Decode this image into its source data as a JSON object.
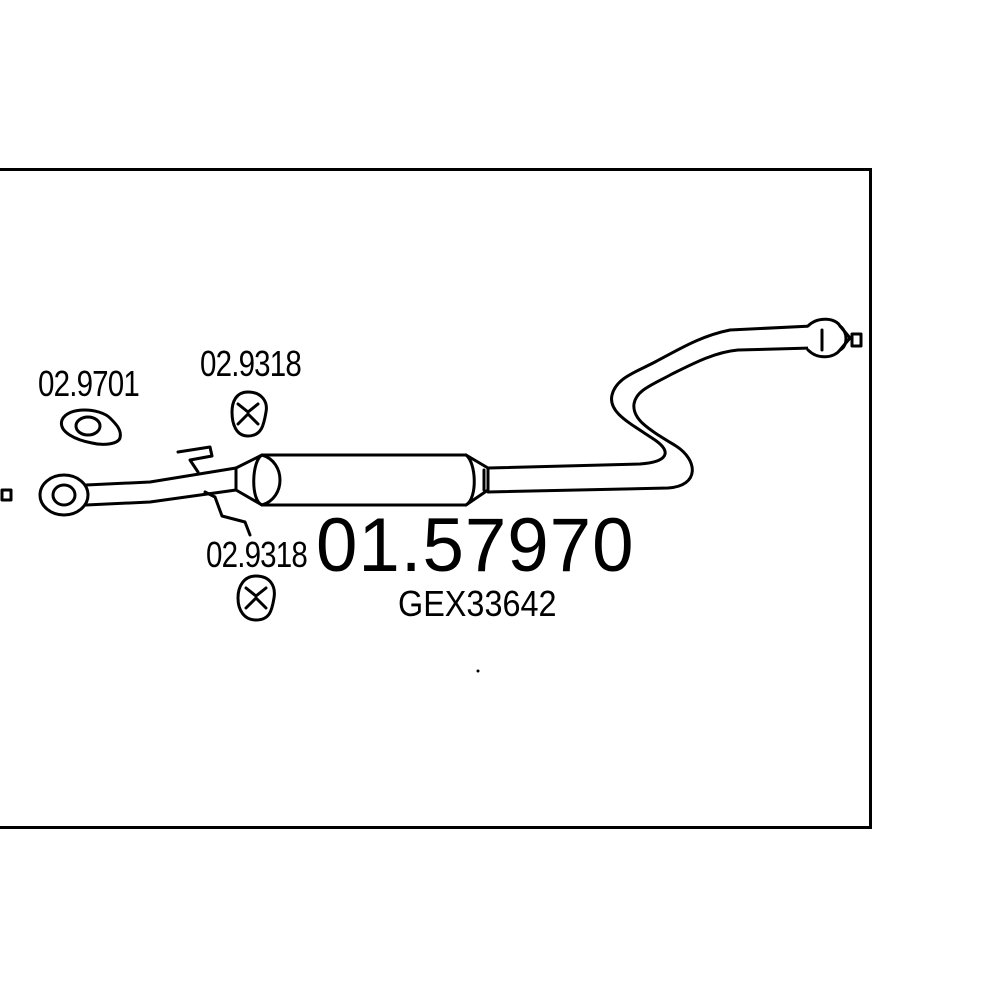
{
  "diagram": {
    "part_number": "01.57970",
    "oe_number": "GEX33642",
    "gasket_ref": "02.9701",
    "hanger_ref_top": "02.9318",
    "hanger_ref_bottom": "02.9318",
    "line_color": "#000000",
    "background_color": "#ffffff"
  }
}
